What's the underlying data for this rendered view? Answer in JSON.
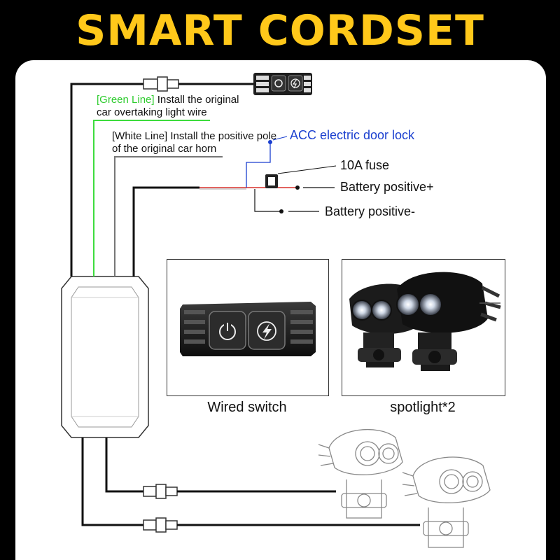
{
  "title": "SMART CORDSET",
  "labels": {
    "green_tag": "[Green Line]",
    "green_line1": " Install the original",
    "green_line2": "car overtaking light wire",
    "white_line1": "[White Line] Install the positive pole",
    "white_line2": "of the original car horn",
    "acc": "ACC electric door lock",
    "fuse": "10A fuse",
    "battery_pos": "Battery positive+",
    "battery_neg": "Battery positive-"
  },
  "captions": {
    "switch": "Wired switch",
    "spotlight": "spotlight*2"
  },
  "colors": {
    "title": "#ffc81a",
    "green_wire": "#3ddc3d",
    "acc_blue": "#1a3fcf",
    "fuse_red": "#d9302c"
  },
  "icons": [
    "power-icon",
    "lightning-icon"
  ]
}
